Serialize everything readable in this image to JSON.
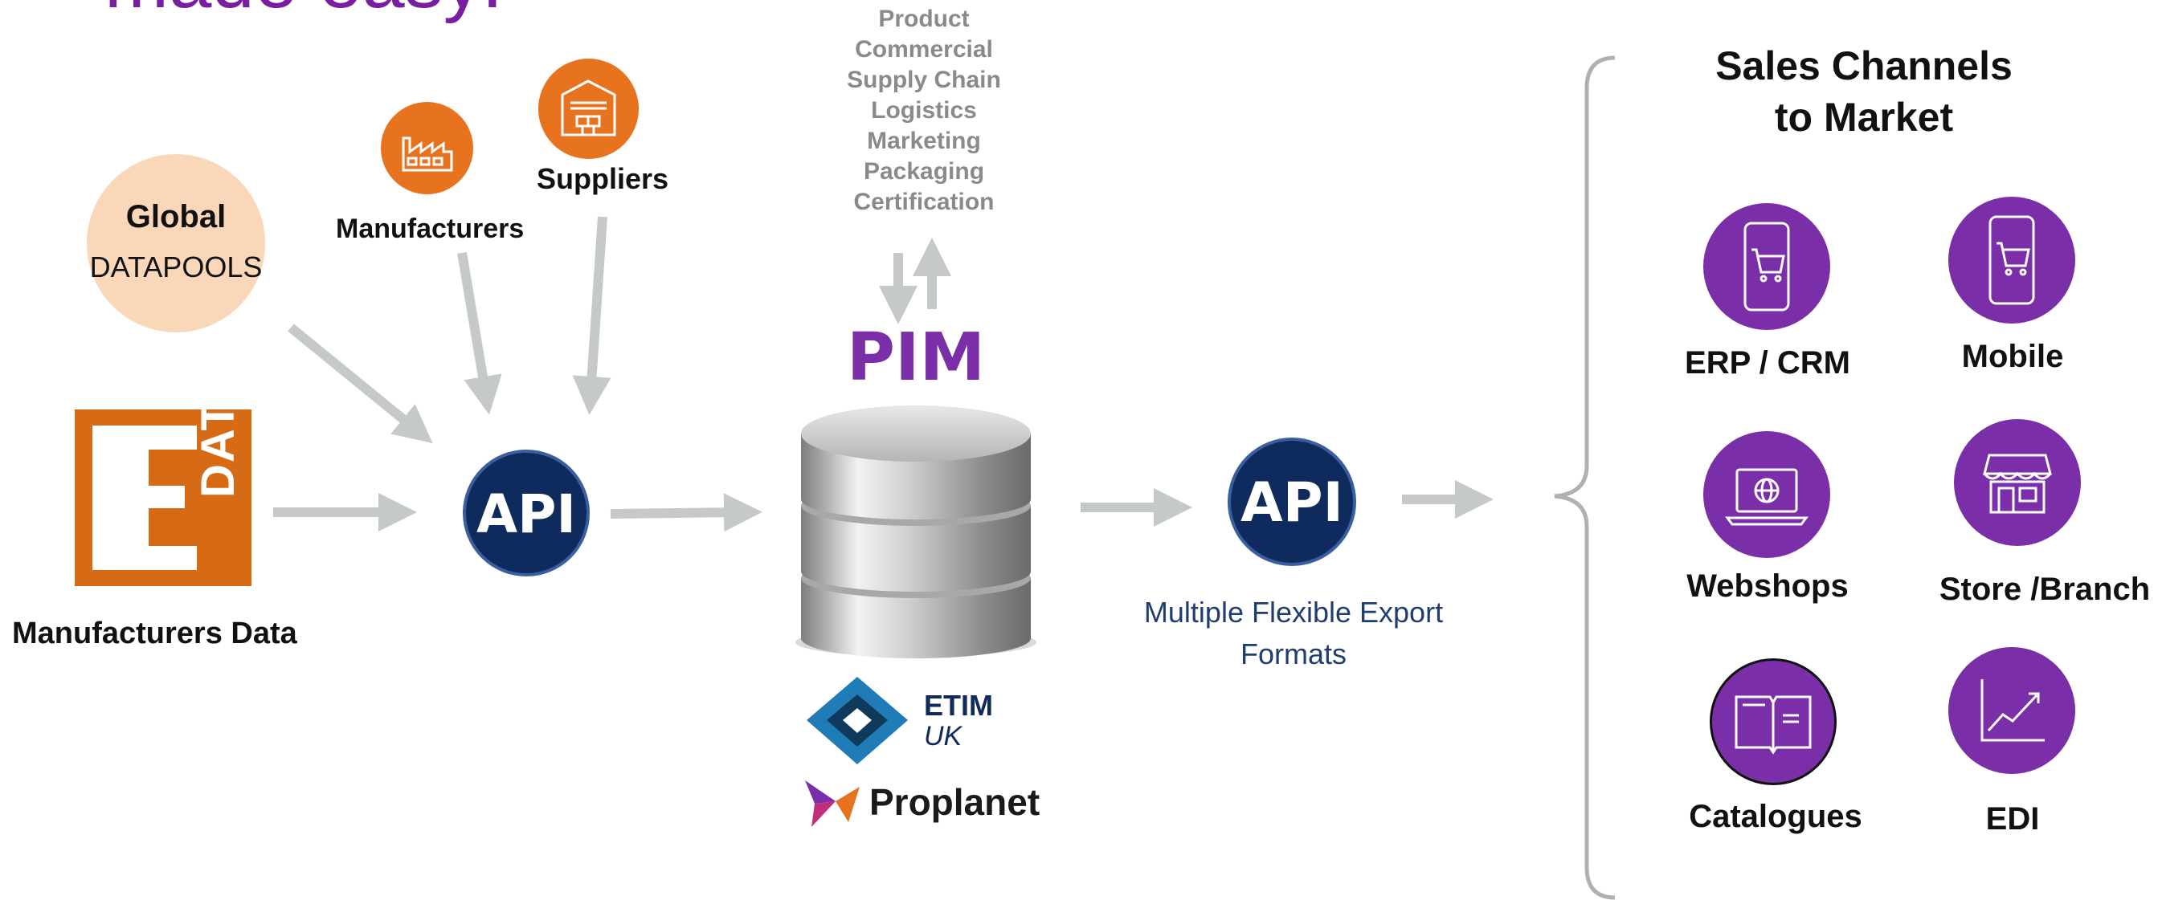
{
  "header": {
    "title_fragment": "made easy!"
  },
  "sources": {
    "datapools": {
      "line1": "Global",
      "line2": "DATAPOOLS"
    },
    "manufacturers": "Manufacturers",
    "suppliers": "Suppliers",
    "edata_logo_text": "DATA",
    "manufacturers_data": "Manufacturers Data"
  },
  "api": {
    "label": "API"
  },
  "pim": {
    "label": "PIM",
    "categories": [
      "Product",
      "Commercial",
      "Supply Chain",
      "Logistics",
      "Marketing",
      "Packaging",
      "Certification"
    ]
  },
  "partners": {
    "etim_line1": "ETIM",
    "etim_line2": "UK",
    "proplanet": "Proplanet"
  },
  "export": {
    "line1": "Multiple Flexible Export",
    "line2": "Formats"
  },
  "sales": {
    "title_line1": "Sales Channels",
    "title_line2": "to Market",
    "channels": [
      "ERP / CRM",
      "Mobile",
      "Webshops",
      "Store /Branch",
      "Catalogues",
      "EDI"
    ]
  },
  "colors": {
    "purple": "#7a2ea8",
    "orange": "#e8731f",
    "navy": "#0f2a5c",
    "arrow": "#c6cac6",
    "title": "#7a1ea1"
  },
  "icons": [
    "factory-icon",
    "warehouse-icon",
    "database-icon",
    "shopping-cart-phone-icon",
    "laptop-globe-icon",
    "storefront-icon",
    "open-book-icon",
    "line-chart-icon"
  ]
}
